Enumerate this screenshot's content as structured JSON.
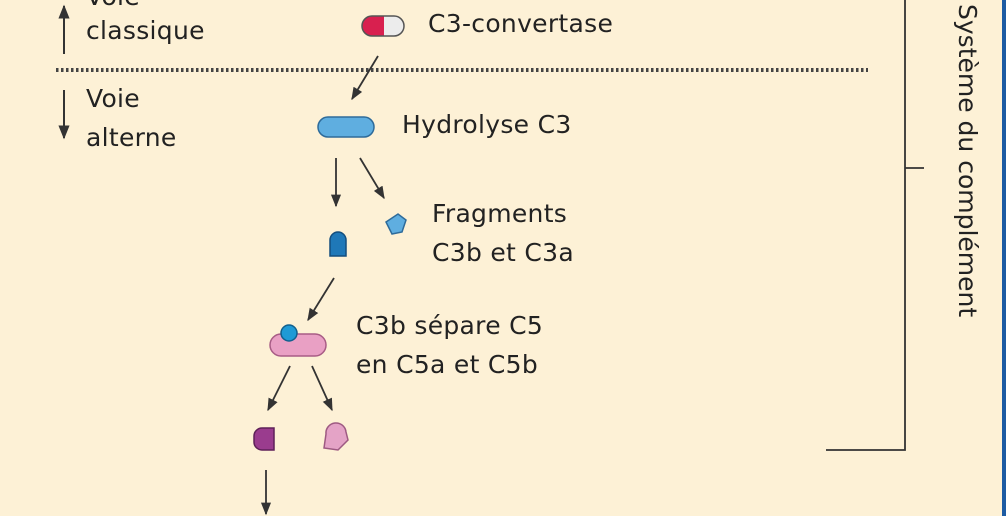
{
  "pathway": {
    "classic_line1": "Voie",
    "classic_line2": "classique",
    "alternate_line1": "Voie",
    "alternate_line2": "alterne"
  },
  "steps": {
    "convertase": "C3-convertase",
    "hydrolysis": "Hydrolyse C3",
    "fragments_line1": "Fragments",
    "fragments_line2": "C3b et C3a",
    "c5_split_line1": "C3b sépare C5",
    "c5_split_line2": "en C5a et C5b"
  },
  "bracket_label": "Système du complément",
  "colors": {
    "background": "#fdf1d6",
    "frame": "#1d5ba3",
    "convertase_red": "#d8204f",
    "c3_blue": "#5faee0",
    "c3b_dark_blue": "#1f78b8",
    "c5_pink": "#e9a0c4",
    "c5a_purple": "#9a3c8e",
    "c5b_pink": "#e4a3c6",
    "arrow": "#333333"
  }
}
